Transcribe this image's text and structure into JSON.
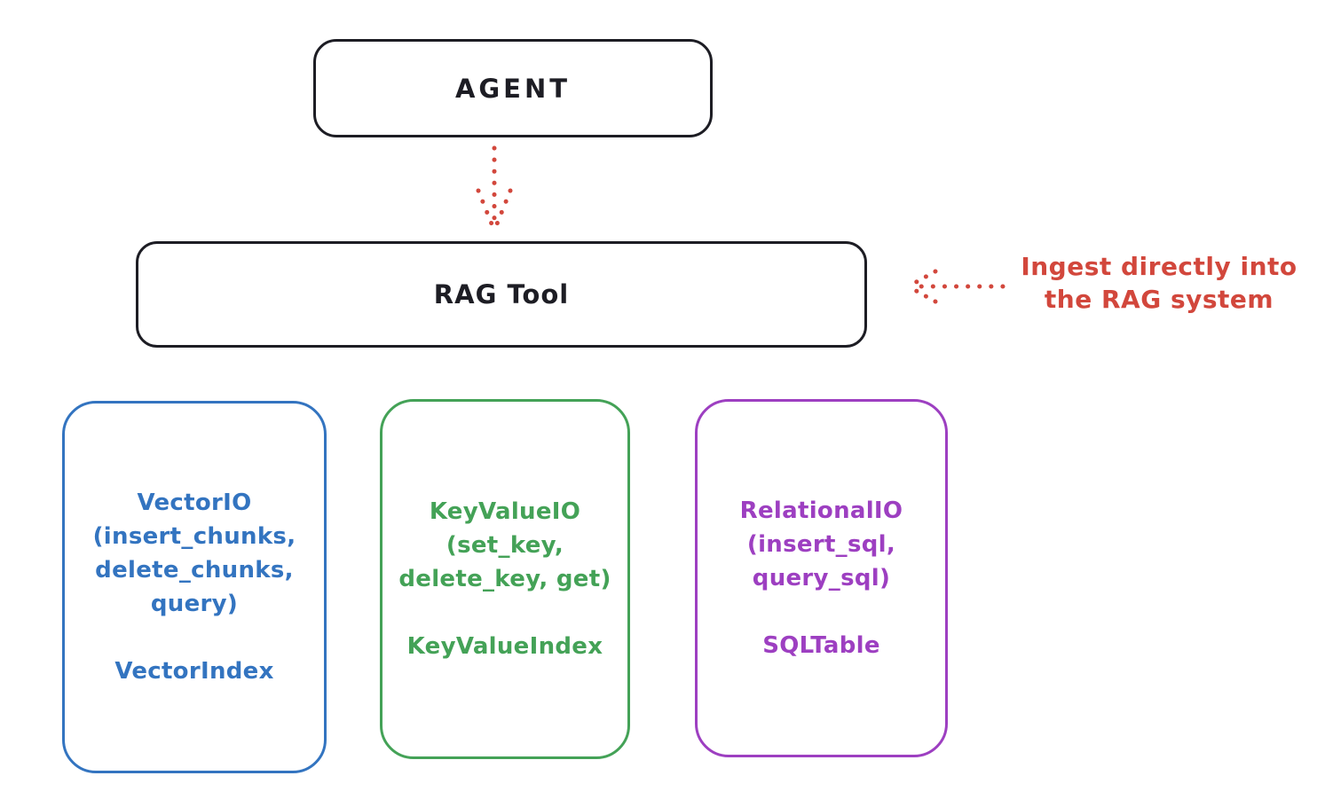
{
  "canvas": {
    "background": "#ffffff"
  },
  "colors": {
    "ink": "#1d1d24",
    "red": "#d2473c",
    "blue": "#3374c0",
    "green": "#44a257",
    "purple": "#9d3fc1"
  },
  "agent_box": {
    "label": "AGENT"
  },
  "rag_box": {
    "label": "RAG Tool"
  },
  "annotation": {
    "line1": "Ingest directly into",
    "line2": "the RAG system"
  },
  "arrows": [
    {
      "name": "agent-to-rag",
      "style": "dotted",
      "direction": "down",
      "color": "#d2473c"
    },
    {
      "name": "annotation-to-rag",
      "style": "dotted",
      "direction": "left",
      "color": "#d2473c"
    }
  ],
  "storage_boxes": [
    {
      "title_lines": [
        "VectorIO",
        "(insert_chunks,",
        "delete_chunks,",
        "query)"
      ],
      "index": "VectorIndex",
      "color": "#3374c0"
    },
    {
      "title_lines": [
        "KeyValueIO",
        "(set_key,",
        "delete_key, get)"
      ],
      "index": "KeyValueIndex",
      "color": "#44a257"
    },
    {
      "title_lines": [
        "RelationalIO",
        "(insert_sql,",
        "query_sql)"
      ],
      "index": "SQLTable",
      "color": "#9d3fc1"
    }
  ]
}
